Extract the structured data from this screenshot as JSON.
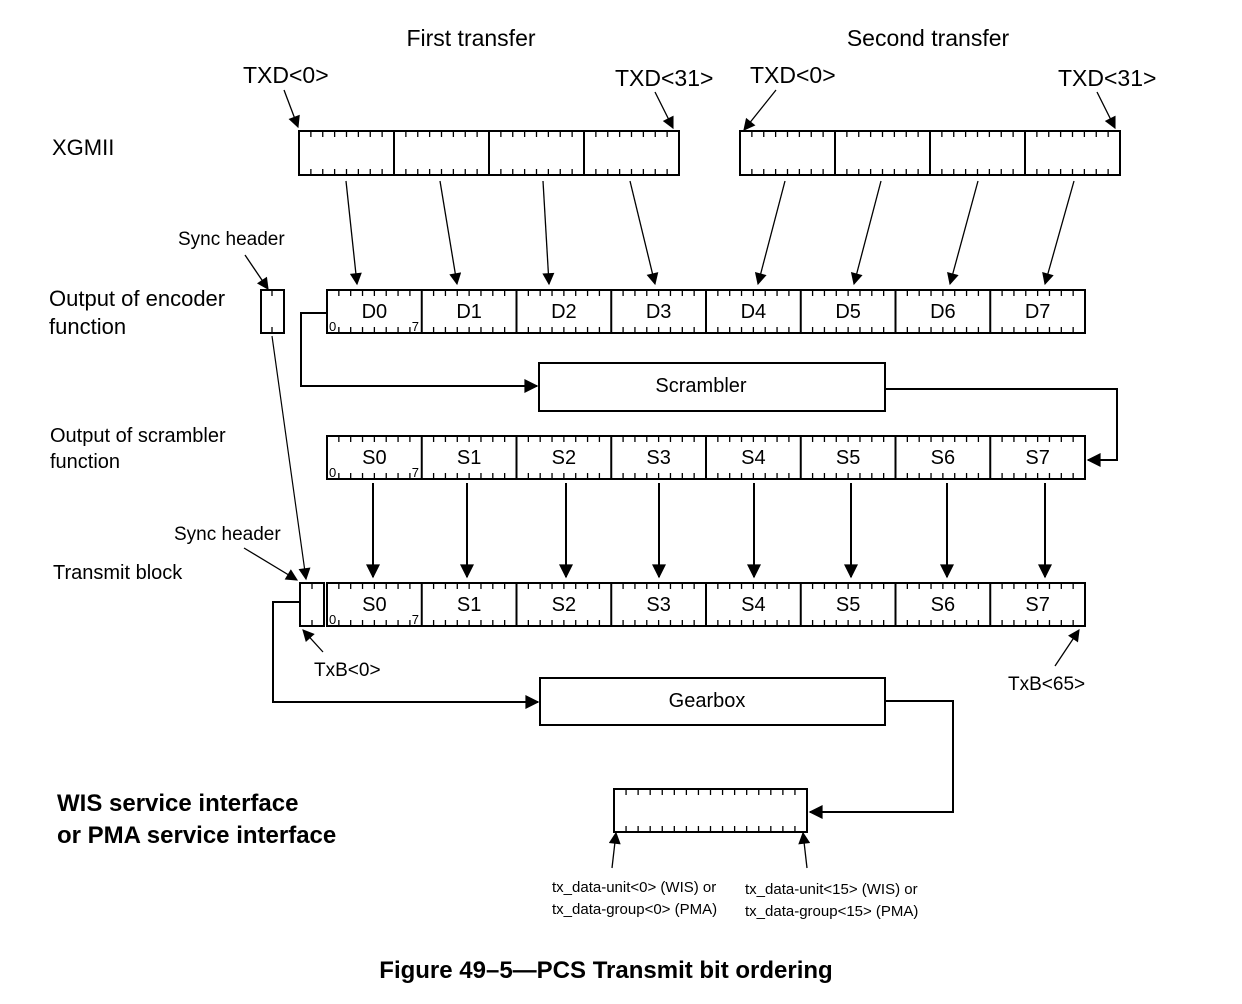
{
  "figure": {
    "caption": "Figure 49–5—PCS Transmit bit ordering"
  },
  "headers": {
    "first_transfer": "First transfer",
    "second_transfer": "Second transfer"
  },
  "rows": {
    "xgmii": "XGMII",
    "encoder_line1": "Output of encoder",
    "encoder_line2": "function",
    "scrambler_line1": "Output of scrambler",
    "scrambler_line2": "function",
    "transmit_block": "Transmit block",
    "service_line1": "WIS service interface",
    "service_line2": "or PMA service interface"
  },
  "pointers": {
    "txd0_first": "TXD<0>",
    "txd31_first": "TXD<31>",
    "txd0_second": "TXD<0>",
    "txd31_second": "TXD<31>",
    "sync_header_top": "Sync header",
    "sync_header_bottom": "Sync header",
    "txb0": "TxB<0>",
    "txb65": "TxB<65>",
    "unit0_line1": "tx_data-unit<0> (WIS) or",
    "unit0_line2": "tx_data-group<0> (PMA)",
    "unit15_line1": "tx_data-unit<15> (WIS) or",
    "unit15_line2": "tx_data-group<15> (PMA)"
  },
  "blocks": {
    "scrambler": "Scrambler",
    "gearbox": "Gearbox"
  },
  "encoder_cells": [
    "D0",
    "D1",
    "D2",
    "D3",
    "D4",
    "D5",
    "D6",
    "D7"
  ],
  "scrambler_cells": [
    "S0",
    "S1",
    "S2",
    "S3",
    "S4",
    "S5",
    "S6",
    "S7"
  ],
  "transmit_cells": [
    "S0",
    "S1",
    "S2",
    "S3",
    "S4",
    "S5",
    "S6",
    "S7"
  ],
  "bit_labels": {
    "first": "0",
    "last": "7"
  }
}
